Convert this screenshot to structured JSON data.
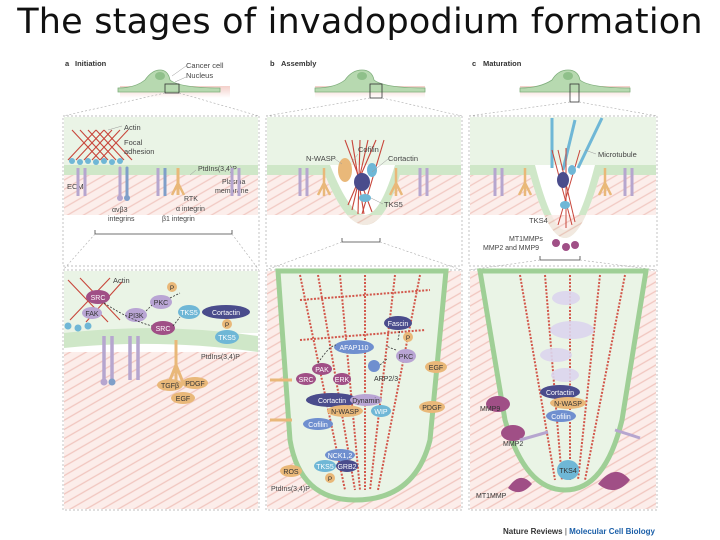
{
  "title": "The stages of invadopodium formation",
  "panels": [
    {
      "letter": "a",
      "name": "Initiation"
    },
    {
      "letter": "b",
      "name": "Assembly"
    },
    {
      "letter": "c",
      "name": "Maturation"
    }
  ],
  "cell_labels": {
    "cancer_cell": "Cancer cell",
    "nucleus": "Nucleus"
  },
  "panel_a_top": {
    "actin": "Actin",
    "focal_adhesion_1": "Focal",
    "focal_adhesion_2": "adhesion",
    "ptdins": "PtdIns(3,4)P",
    "ecm": "ECM",
    "plasma_membrane_1": "Plasma",
    "plasma_membrane_2": "membrane",
    "rtk": "RTK",
    "avb3_1": "αvβ3",
    "avb3_2": "integrins",
    "a_integrin": "α integrin",
    "b1_integrin": "β1 integrin"
  },
  "panel_b_top": {
    "cofilin": "Cofilin",
    "nwasp": "N-WASP",
    "cortactin": "Cortactin",
    "tks5": "TKS5"
  },
  "panel_c_top": {
    "microtubule": "Microtubule",
    "tks4": "TKS4",
    "mt1mmps": "MT1MMPs",
    "mmp2_mmp9": "MMP2 and MMP9"
  },
  "panel_a_bottom": {
    "actin": "Actin",
    "src": "SRC",
    "fak": "FAK",
    "pi3k": "PI3K",
    "pkc": "PKC",
    "src2": "SRC",
    "tks5": "TKS5",
    "cortactin": "Cortactin",
    "tks5b": "TKS5",
    "ptdins": "PtdIns(3,4)P",
    "tgfb": "TGFβ",
    "pdgf": "PDGF",
    "egf": "EGF",
    "p": "P"
  },
  "panel_b_bottom": {
    "fascin": "Fascin",
    "afap110": "AFAP110",
    "pkc": "PKC",
    "pak": "PAK",
    "src": "SRC",
    "erk": "ERK",
    "arp23": "ARP2/3",
    "egf": "EGF",
    "cortactin": "Cortactin",
    "dynamin": "Dynamin",
    "nwasp": "N-WASP",
    "wip": "WIP",
    "pdgf": "PDGF",
    "cofilin": "Cofilin",
    "nck12": "NCK1,2",
    "tks5": "TKS5",
    "grb2": "GRB2",
    "ros": "ROS",
    "ptdins": "PtdIns(3,4)P",
    "p": "P"
  },
  "panel_c_bottom": {
    "cortactin": "Cortactin",
    "nwasp": "N-WASP",
    "cofilin": "Cofilin",
    "mmp9": "MMP9",
    "mmp2": "MMP2",
    "tks4": "TKS4",
    "mt1mmp": "MT1MMP"
  },
  "credit": {
    "publisher": "Nature Reviews",
    "sep": " | ",
    "journal": "Molecular Cell Biology"
  },
  "colors": {
    "cell_green": "#b7d9b0",
    "membrane": "#cfe7c8",
    "ecm_pink": "#f1c6c0",
    "actin_red": "#c8463b",
    "src_purple": "#a04f86",
    "pkc_lilac": "#b9a5d4",
    "tks_blue": "#6fb7d6",
    "cortactin_navy": "#4a4c8c",
    "gf_orange": "#e9b879",
    "integrin_lilac": "#b6a6cf"
  }
}
